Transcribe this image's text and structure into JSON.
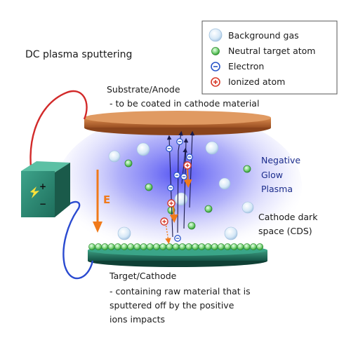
{
  "title": "DC plasma sputtering",
  "legend": [
    {
      "key": "background_gas",
      "label": "Background gas",
      "color": "#cfe3f5",
      "icon": "background-gas-icon"
    },
    {
      "key": "neutral_target_atom",
      "label": "Neutral target atom",
      "color": "#3fae3f",
      "icon": "neutral-target-atom-icon"
    },
    {
      "key": "electron",
      "label": "Electron",
      "color": "#2a55c8",
      "icon": "electron-icon"
    },
    {
      "key": "ionized_atom",
      "label": "Ionized atom",
      "color": "#d83a2a",
      "icon": "ionized-atom-icon"
    }
  ],
  "substrate": {
    "line1": "Substrate/Anode",
    "line2": "- to be coated in cathode material"
  },
  "plasma": {
    "line1": "Negative",
    "line2": "Glow",
    "line3": "Plasma"
  },
  "dark_space": {
    "line1": "Cathode dark",
    "line2": "space (CDS)"
  },
  "target": {
    "line1": "Target/Cathode",
    "line2": "- containing raw material that is",
    "line3": "sputtered off by the positive",
    "line4": "ions  impacts"
  },
  "field_label": "E",
  "battery": {
    "plus": "+",
    "minus": "−"
  },
  "colors": {
    "anode": "#c06a34",
    "cathode": "#1f6f5a",
    "plasma": "#5a5af0",
    "field_arrow": "#f07a1a",
    "wire_red": "#d22a2a",
    "wire_blue": "#2a4ad0",
    "battery": "#2f8a72"
  }
}
